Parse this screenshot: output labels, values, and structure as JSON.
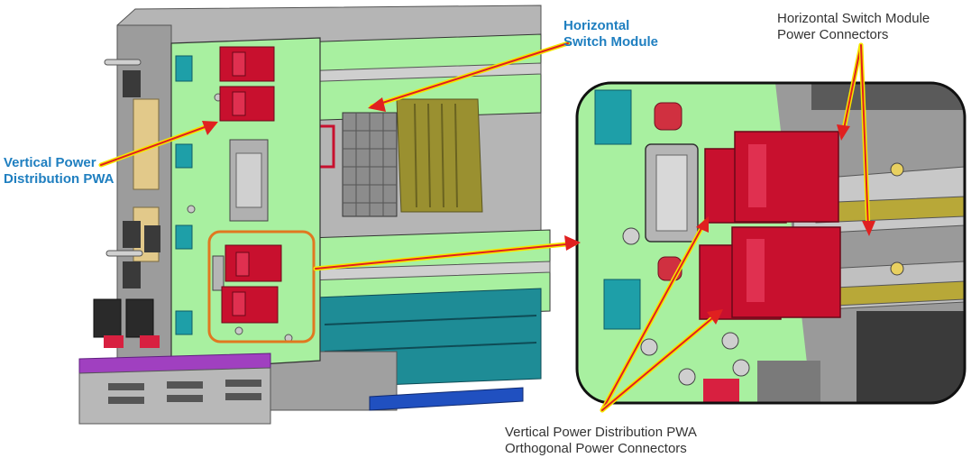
{
  "labels": {
    "vertical_power_line1": "Vertical Power",
    "vertical_power_line2": "Distribution PWA",
    "horizontal_switch_line1": "Horizontal",
    "horizontal_switch_line2": "Switch Module",
    "hsm_connectors_line1": "Horizontal Switch Module",
    "hsm_connectors_line2": "Power Connectors",
    "vpd_orthogonal_line1": "Vertical Power Distribution PWA",
    "vpd_orthogonal_line2": "Orthogonal Power Connectors"
  },
  "colors": {
    "board_green": "#a8f0a0",
    "connector_red": "#c8102e",
    "frame_gray": "#a9a9a9",
    "card_teal": "#1e8c96",
    "olive": "#9a9030",
    "arrow_red": "#e02020",
    "arrow_yellow": "#f5e600",
    "label_blue": "#1f7fc0",
    "label_gray": "#333333"
  }
}
